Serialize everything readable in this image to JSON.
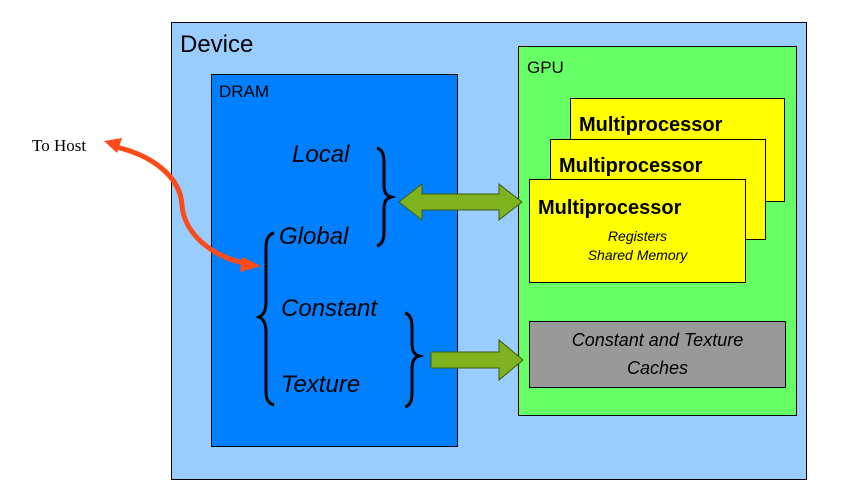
{
  "colors": {
    "device": "#99ccff",
    "dram": "#0080ff",
    "gpu": "#66ff66",
    "multiprocessor": "#ffff00",
    "cache": "#999999",
    "host_arrow": "#ff4a1a",
    "memory_arrow": "#7fb21f"
  },
  "external": {
    "host_label": "To Host"
  },
  "device": {
    "label": "Device"
  },
  "dram": {
    "label": "DRAM",
    "memories": {
      "local": "Local",
      "global": "Global",
      "constant": "Constant",
      "texture": "Texture"
    }
  },
  "gpu": {
    "label": "GPU",
    "multiprocessors": [
      {
        "title": "Multiprocessor"
      },
      {
        "title": "Multiprocessor"
      },
      {
        "title": "Multiprocessor",
        "details": [
          "Registers",
          "Shared Memory"
        ]
      }
    ],
    "cache": {
      "line1": "Constant and Texture",
      "line2": "Caches"
    }
  }
}
